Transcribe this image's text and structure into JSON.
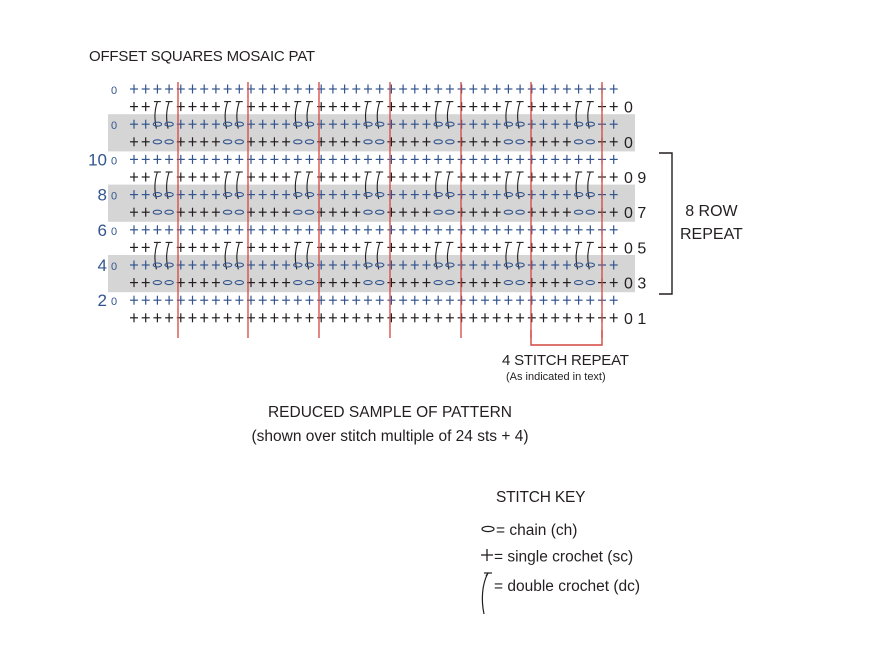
{
  "title": "OFFSET SQUARES MOSAIC PAT",
  "colors": {
    "stitch": "#231f20",
    "chain": "#33558f",
    "row_number": "#33558f",
    "shade": "#d5d5d5",
    "repeat_marker": "#d4463f",
    "bracket": "#231f20"
  },
  "rows_left": [
    {
      "label": "0"
    },
    {
      "label": ""
    },
    {
      "label": "0"
    },
    {
      "label": ""
    },
    {
      "label": "10",
      "suffix": "0"
    },
    {
      "label": ""
    },
    {
      "label": "8",
      "suffix": "0"
    },
    {
      "label": ""
    },
    {
      "label": "6",
      "suffix": "0"
    },
    {
      "label": ""
    },
    {
      "label": "4",
      "suffix": "0"
    },
    {
      "label": ""
    },
    {
      "label": "2",
      "suffix": "0"
    },
    {
      "label": ""
    }
  ],
  "rows_right": [
    "",
    "0",
    "",
    "0",
    "",
    "0 9",
    "",
    "0 7",
    "",
    "0 5",
    "",
    "0 3",
    "",
    "0  1"
  ],
  "repeat_4": {
    "label": "4 STITCH REPEAT",
    "note": "(As indicated in text)"
  },
  "repeat_8": {
    "line1": "8 ROW",
    "line2": "REPEAT"
  },
  "caption": {
    "line1": "REDUCED SAMPLE OF PATTERN",
    "line2": "(shown over stitch multiple of 24 sts + 4)"
  },
  "key": {
    "title": "STITCH KEY",
    "items": [
      {
        "icon": "chain-icon",
        "text": "= chain (ch)"
      },
      {
        "icon": "single-crochet-icon",
        "text": "= single crochet (sc)"
      },
      {
        "icon": "double-crochet-icon",
        "text": "= double crochet (dc)"
      }
    ]
  }
}
